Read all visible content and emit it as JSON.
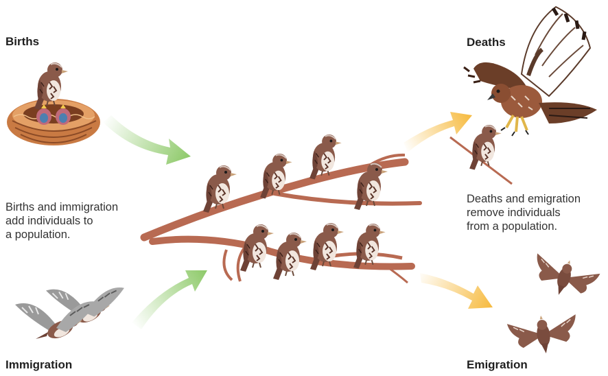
{
  "labels": {
    "births": "Births",
    "deaths": "Deaths",
    "immigration": "Immigration",
    "emigration": "Emigration"
  },
  "left_description": {
    "lines": [
      "Births and immigration",
      "add individuals to",
      "a population."
    ]
  },
  "right_description": {
    "lines": [
      "Deaths and emigration",
      "remove individuals",
      "from a population."
    ]
  },
  "colors": {
    "inflow_arrow": "#8fca6b",
    "outflow_arrow": "#f6b93b",
    "bird_body": "#8a5a4a",
    "branch": "#b86a52",
    "nest": "#d98a4e",
    "hawk_body": "#9b5a3c"
  }
}
